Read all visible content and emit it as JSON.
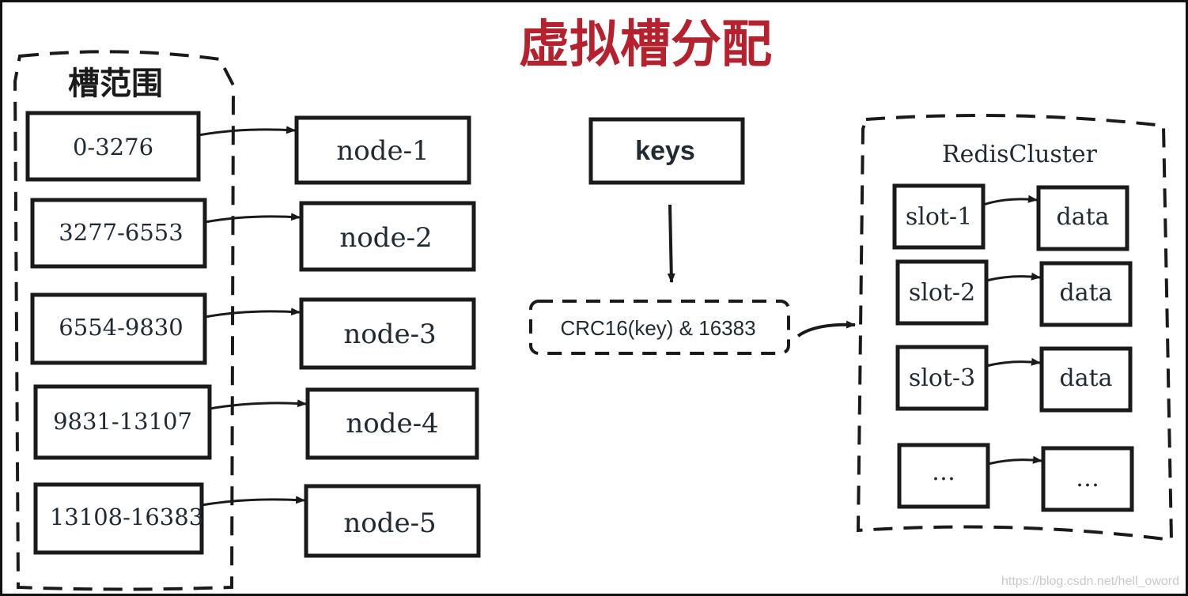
{
  "title": "虚拟槽分配",
  "left_group": {
    "label": "槽范围",
    "ranges": [
      "0-3276",
      "3277-6553",
      "6554-9830",
      "9831-13107",
      "13108-16383"
    ],
    "nodes": [
      "node-1",
      "node-2",
      "node-3",
      "node-4",
      "node-5"
    ]
  },
  "middle": {
    "keys_label": "keys",
    "hash_formula": "CRC16(key) & 16383"
  },
  "right_group": {
    "label": "RedisCluster",
    "slots": [
      "slot-1",
      "slot-2",
      "slot-3",
      "…"
    ],
    "data": [
      "data",
      "data",
      "data",
      "…"
    ]
  },
  "watermark": "https://blog.csdn.net/hell_oword",
  "colors": {
    "title": "#b5222e",
    "stroke": "#1a1a1a",
    "text": "#1f2a33"
  }
}
